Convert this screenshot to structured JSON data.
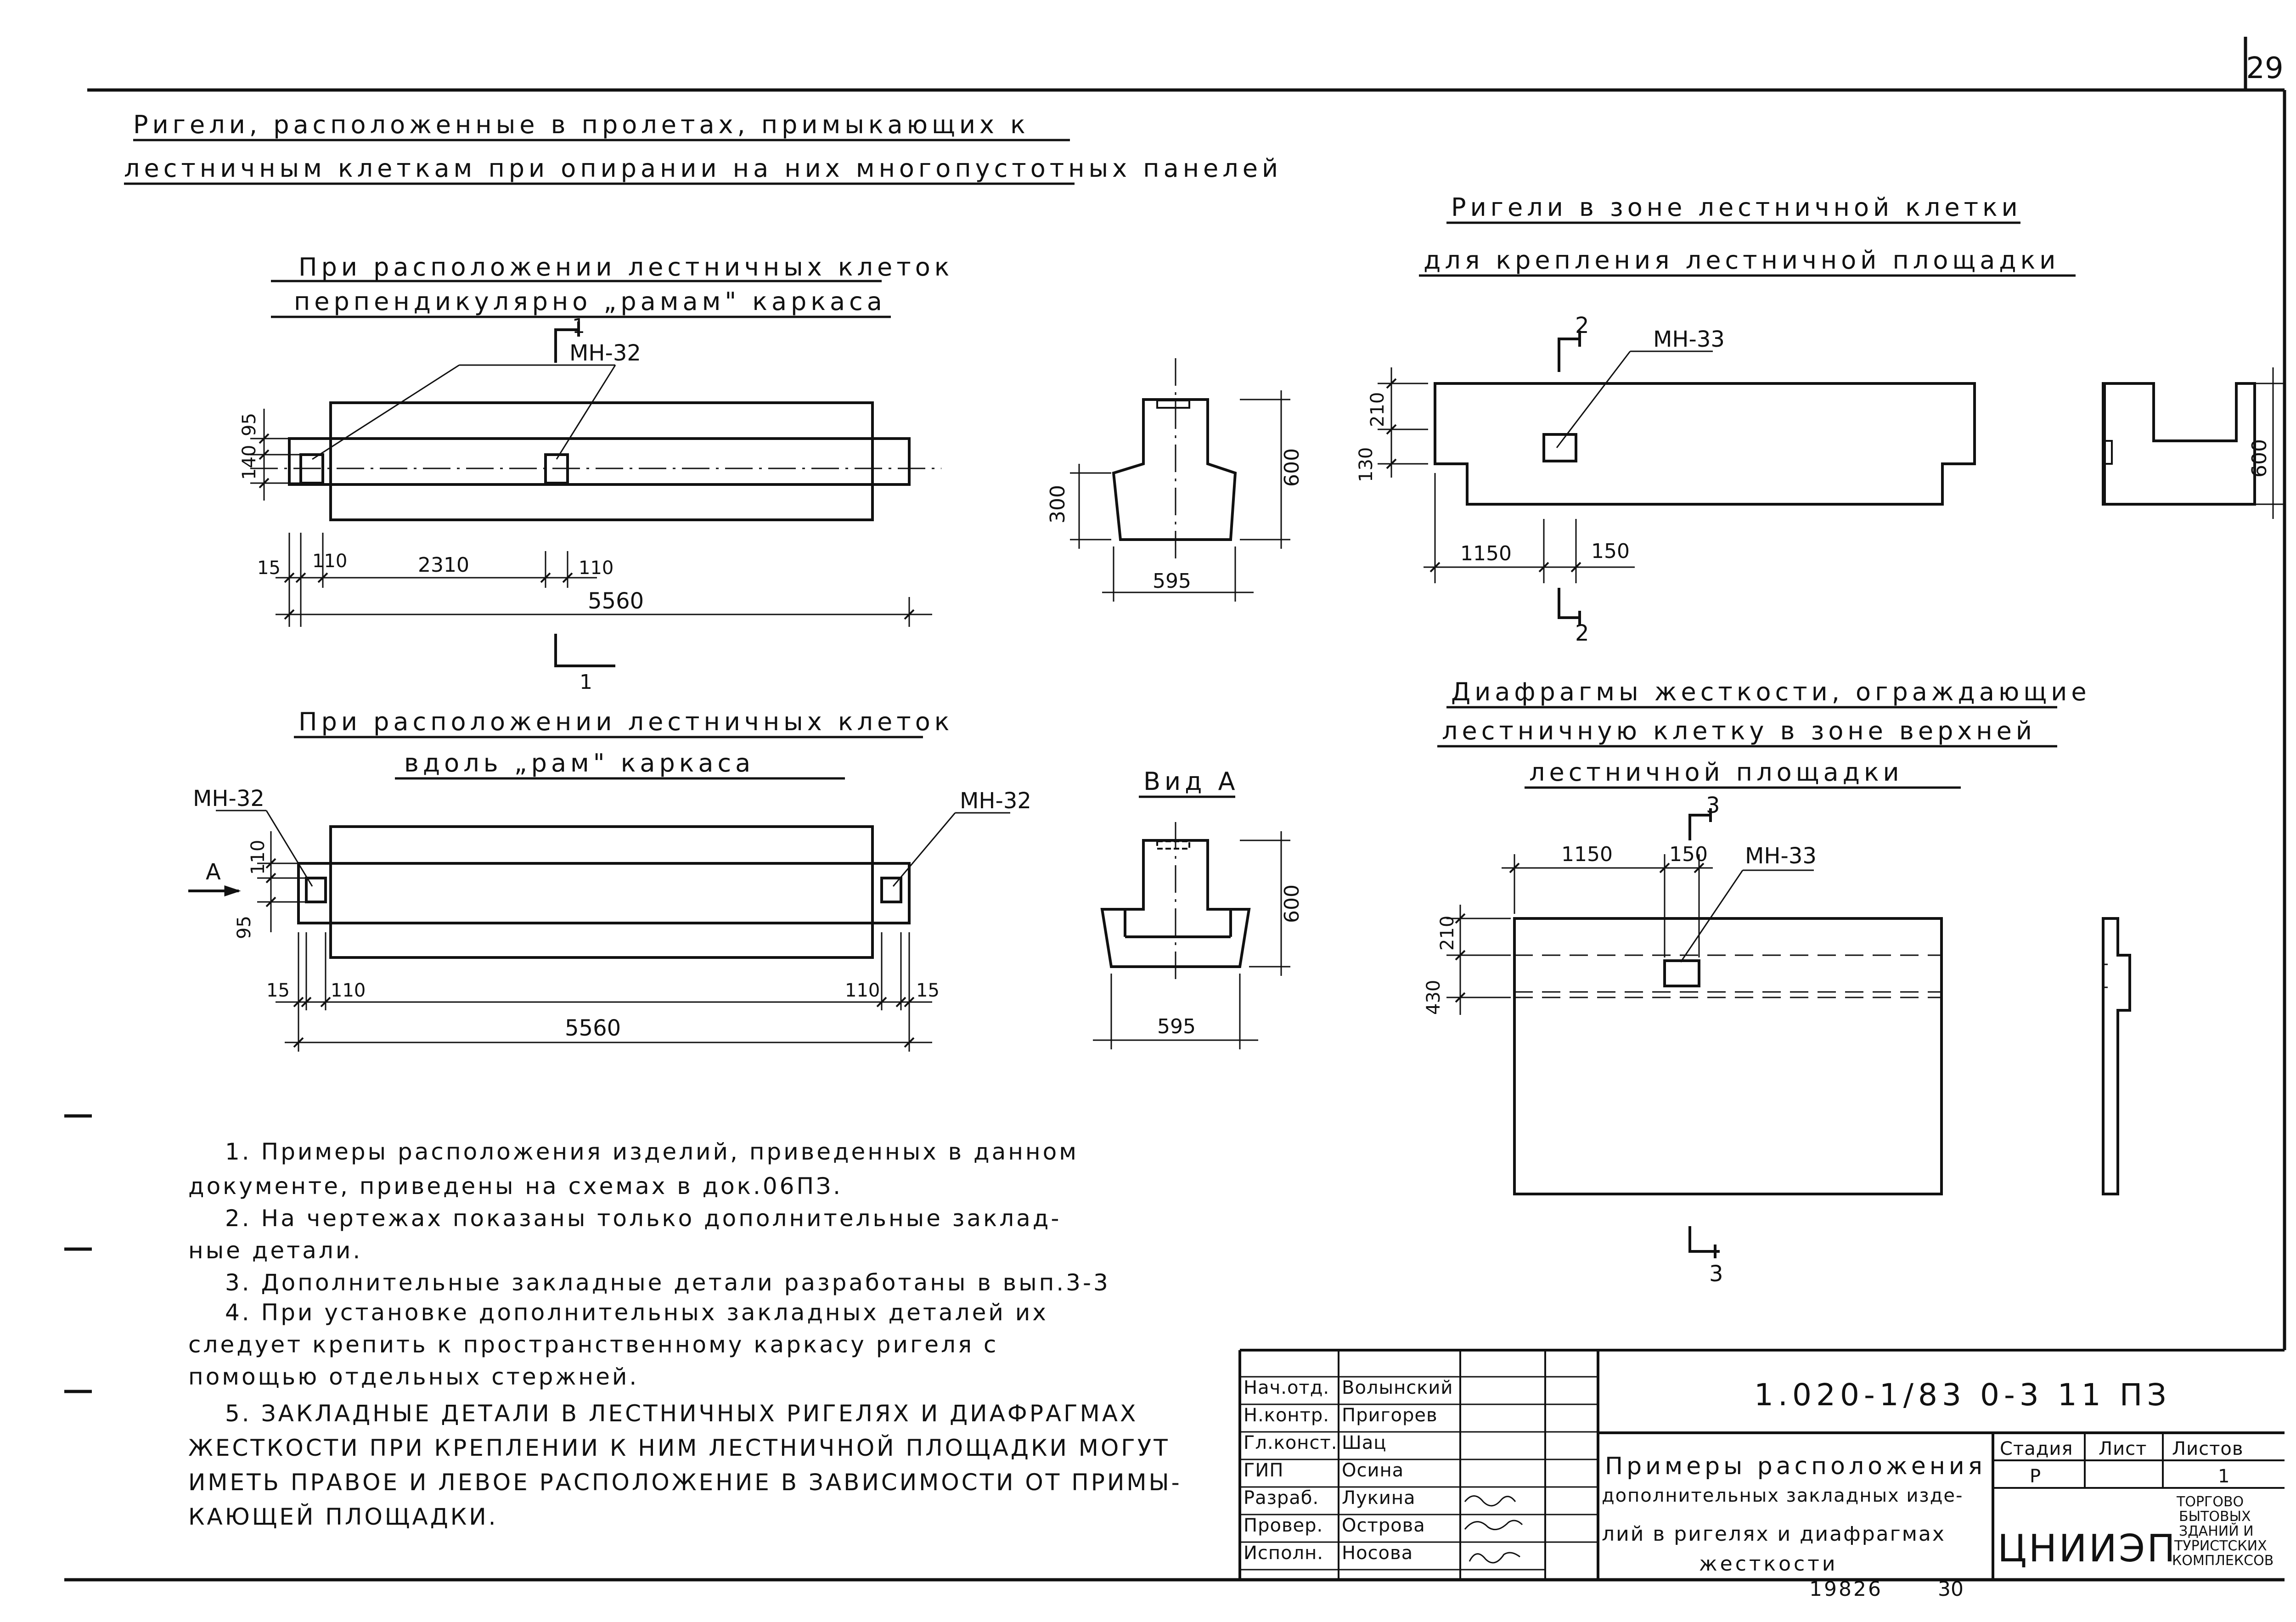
{
  "page_number": "29",
  "titles": {
    "main_line1": "Ригели, расположенные в пролетах, примыкающих к",
    "main_line2": "лестничным клеткам при опирании на них многопустотных панелей",
    "sub1_line1": "При расположении лестничных клеток",
    "sub1_line2": "перпендикулярно „рамам\" каркаса",
    "sub2_line1": "При расположении лестничных клеток",
    "sub2_line2": "вдоль „рам\" каркаса",
    "right1_line1": "Ригели в зоне лестничной клетки",
    "right1_line2": "для крепления лестничной площадки",
    "right2_line1": "Диафрагмы жесткости, ограждающие",
    "right2_line2": "лестничную клетку в зоне верхней",
    "right2_line3": "лестничной площадки",
    "view_a": "Вид А"
  },
  "labels": {
    "mn32": "МН-32",
    "mn33": "МН-33",
    "sec1": "1",
    "sec2": "2",
    "sec3": "3",
    "arrow_a": "А"
  },
  "dims": {
    "d95": "95",
    "d140": "140",
    "d15": "15",
    "d110": "110",
    "d2310": "2310",
    "d5560": "5560",
    "d300": "300",
    "d600": "600",
    "d595": "595",
    "d210": "210",
    "d130": "130",
    "d1150": "1150",
    "d150": "150",
    "d430": "430"
  },
  "notes": {
    "n1_line1": "1. Примеры расположения изделий, приведенных в данном",
    "n1_line2": "документе, приведены на схемах в док.06ПЗ.",
    "n2_line1": "2. На чертежах показаны только дополнительные заклад-",
    "n2_line2": "ные детали.",
    "n3": "3. Дополнительные закладные детали разработаны в вып.3-3",
    "n4_line1": "4. При установке дополнительных закладных деталей их",
    "n4_line2": "следует крепить к пространственному каркасу ригеля с",
    "n4_line3": "помощью отдельных стержней.",
    "n5_line1": "5. ЗАКЛАДНЫЕ ДЕТАЛИ В ЛЕСТНИЧНЫХ РИГЕЛЯХ И ДИАФРАГМАХ",
    "n5_line2": "ЖЕСТКОСТИ ПРИ КРЕПЛЕНИИ К НИМ ЛЕСТНИЧНОЙ ПЛОЩАДКИ МОГУТ",
    "n5_line3": "ИМЕТЬ ПРАВОЕ И ЛЕВОЕ РАСПОЛОЖЕНИЕ В ЗАВИСИМОСТИ ОТ ПРИМЫ-",
    "n5_line4": "КАЮЩЕЙ ПЛОЩАДКИ."
  },
  "title_block": {
    "doc_code": "1.020-1/83 0-3 11 ПЗ",
    "rows": [
      {
        "role": "Нач.отд.",
        "name": "Волынский"
      },
      {
        "role": "Н.контр.",
        "name": "Пригорев"
      },
      {
        "role": "Гл.конст.",
        "name": "Шац"
      },
      {
        "role": "ГИП",
        "name": "Осина"
      },
      {
        "role": "Разраб.",
        "name": "Лукина"
      },
      {
        "role": "Провер.",
        "name": "Острова"
      },
      {
        "role": "Исполн.",
        "name": "Носова"
      }
    ],
    "doc_title_line1": "Примеры расположения",
    "doc_title_line2": "дополнительных закладных изде-",
    "doc_title_line3": "лий в ригелях и диафрагмах",
    "doc_title_line4": "жесткости",
    "stage_header": "Стадия",
    "sheet_header": "Лист",
    "sheets_header": "Листов",
    "stage_value": "Р",
    "sheets_value": "1",
    "org_name": "ЦНИИЭП",
    "org_sub_line1": "ТОРГОВО",
    "org_sub_line2": "БЫТОВЫХ",
    "org_sub_line3": "ЗДАНИЙ И",
    "org_sub_line4": "ТУРИСТСКИХ",
    "org_sub_line5": "КОМПЛЕКСОВ",
    "footer_num": "19826",
    "footer_page": "30"
  }
}
